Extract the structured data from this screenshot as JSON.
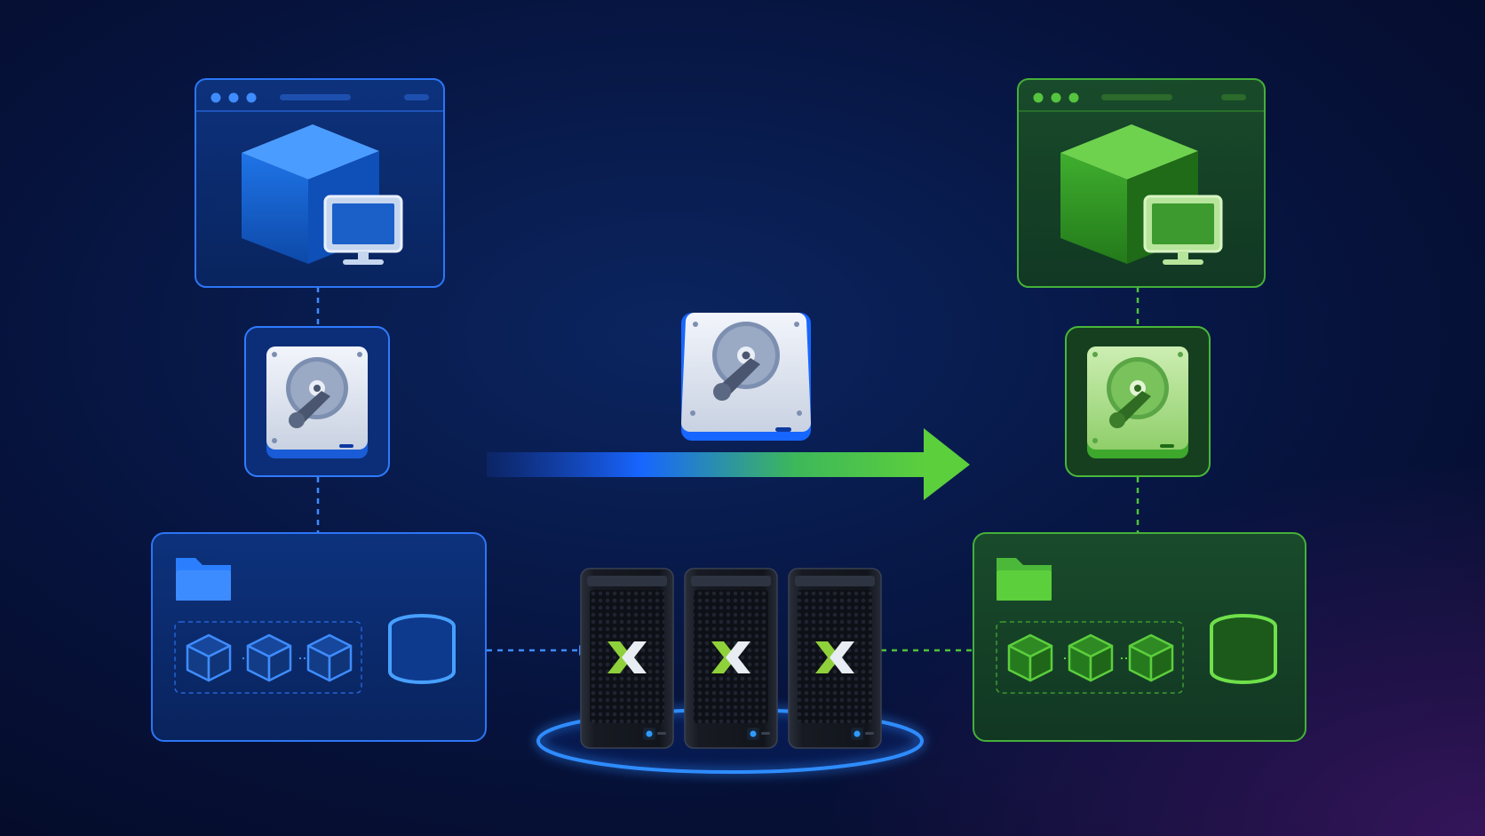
{
  "diagram": {
    "kind": "vm-disk-migration",
    "source": {
      "theme": "blue",
      "window_icons": [
        "virtual-machine-cube-icon",
        "monitor-icon"
      ],
      "disk_icon": "hard-disk-icon",
      "storage_icons": [
        "folder-icon",
        "vm-cube-icon",
        "vm-cube-icon",
        "vm-cube-icon",
        "database-icon"
      ]
    },
    "target": {
      "theme": "green",
      "window_icons": [
        "virtual-machine-cube-icon",
        "monitor-icon"
      ],
      "disk_icon": "hard-disk-icon",
      "storage_icons": [
        "folder-icon",
        "vm-cube-icon",
        "vm-cube-icon",
        "vm-cube-icon",
        "database-icon"
      ]
    },
    "transfer": {
      "moving_item_icon": "hard-disk-icon",
      "direction": "left-to-right",
      "arrow_icon": "arrow-right-icon"
    },
    "cluster": {
      "node_count": 3,
      "node_icon": "server-tower-icon",
      "logo_icon": "x-logo-icon"
    }
  },
  "colors": {
    "background": "#06123a",
    "source_accent": "#2f8cff",
    "source_panel": "#0b2a6e",
    "target_accent": "#5ccf3c",
    "target_panel": "#14421f",
    "server_body": "#15181f",
    "logo_green": "#8fd13a"
  }
}
